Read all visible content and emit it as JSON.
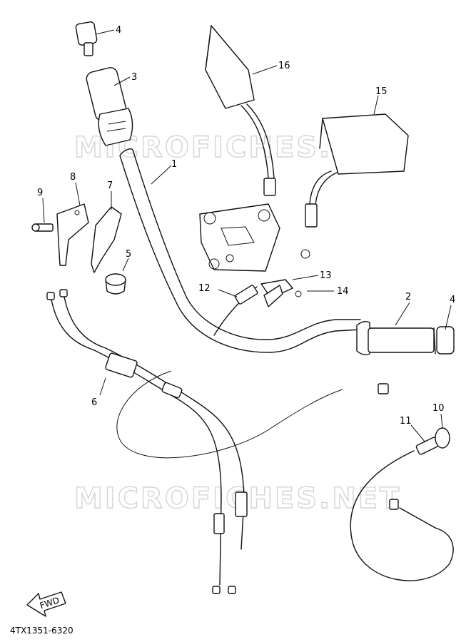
{
  "watermark": "MICROFICHES.NET",
  "diagram_code": "4TX1351-6320",
  "fwd_label": "FWD",
  "callouts": {
    "c1": "1",
    "c2": "2",
    "c3": "3",
    "c4a": "4",
    "c4b": "4",
    "c5": "5",
    "c6": "6",
    "c7": "7",
    "c8": "8",
    "c9": "9",
    "c10": "10",
    "c11": "11",
    "c12": "12",
    "c13": "13",
    "c14": "14",
    "c15": "15",
    "c16": "16"
  }
}
